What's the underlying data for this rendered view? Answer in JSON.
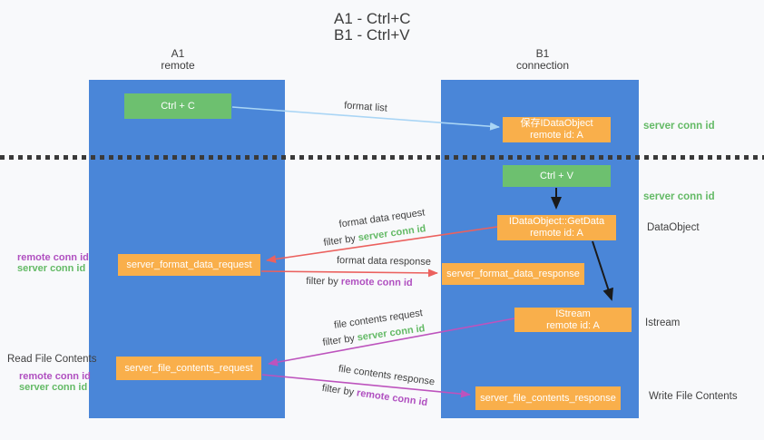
{
  "colors": {
    "background": "#f8f9fb",
    "lane_blue": "#4a86d8",
    "node_green": "#6dc06f",
    "node_orange": "#f9af4b",
    "arrow_red": "#eb615e",
    "arrow_purple": "#bd53bd",
    "arrow_lightblue": "#a9d5f5",
    "arrow_black": "#1a1a1a",
    "label_green": "#64ba66",
    "label_purple": "#b050c0",
    "text_dark": "#3f3f3f"
  },
  "title": {
    "line1": "A1 - Ctrl+C",
    "line2": "B1 - Ctrl+V"
  },
  "lanes": {
    "left": {
      "name": "A1",
      "role": "remote"
    },
    "right": {
      "name": "B1",
      "role": "connection"
    }
  },
  "nodes": {
    "ctrl_c": {
      "label": "Ctrl + C"
    },
    "ctrl_v": {
      "label": "Ctrl + V"
    },
    "save_idataobject": {
      "line1": "保存IDataObject",
      "line2": "remote id: A"
    },
    "idataobject_getdata": {
      "line1": "IDataObject::GetData",
      "line2": "remote id: A"
    },
    "istream": {
      "line1": "IStream",
      "line2": "remote id: A"
    },
    "server_format_data_request": {
      "label": "server_format_data_request"
    },
    "server_format_data_response": {
      "label": "server_format_data_response"
    },
    "server_file_contents_request": {
      "label": "server_file_contents_request"
    },
    "server_file_contents_response": {
      "label": "server_file_contents_response"
    }
  },
  "arrows": {
    "format_list": {
      "label": "format list"
    },
    "format_data_request": {
      "label": "format data request",
      "filter_prefix": "filter by ",
      "filter_key": "server conn id"
    },
    "format_data_response": {
      "label": "format data response",
      "filter_prefix": "filter by ",
      "filter_key": "remote conn id"
    },
    "file_contents_request": {
      "label": "file contents request",
      "filter_prefix": "filter by ",
      "filter_key": "server conn id"
    },
    "file_contents_response": {
      "label": "file contents response",
      "filter_prefix": "filter by ",
      "filter_key": "remote conn id"
    }
  },
  "side_labels": {
    "right_server_conn_id_top": "server conn id",
    "right_server_conn_id_mid": "server conn id",
    "right_dataobject": "DataObject",
    "right_istream": "Istream",
    "right_write_file_contents": "Write File Contents",
    "left_read_file_contents": "Read File Contents",
    "left_format_remote_conn_id": "remote conn id",
    "left_format_server_conn_id": "server conn id",
    "left_file_remote_conn_id": "remote conn id",
    "left_file_server_conn_id": "server conn id"
  }
}
